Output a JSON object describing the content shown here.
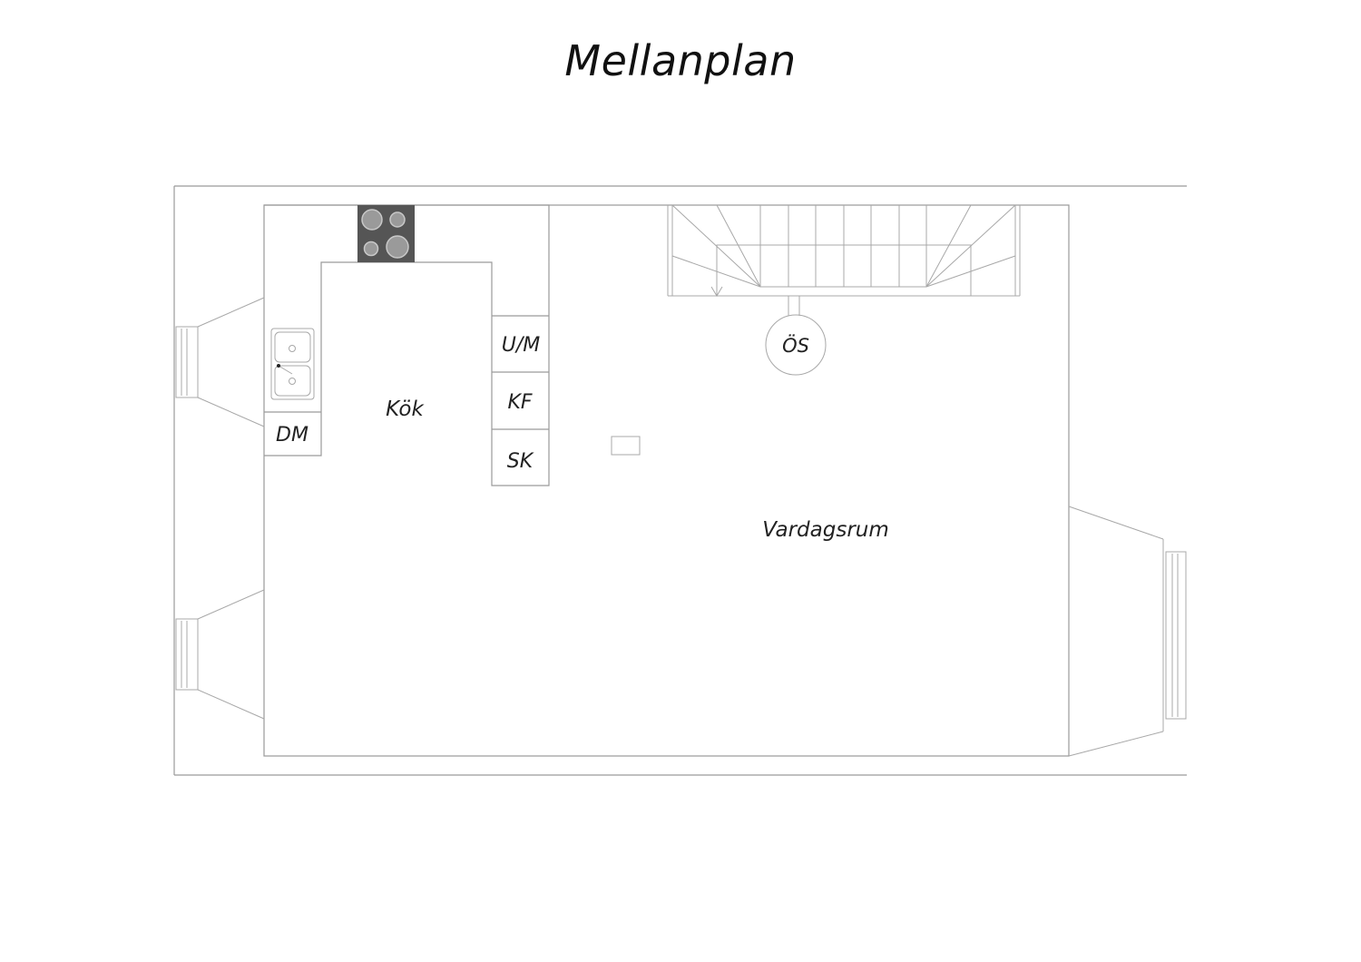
{
  "title": "Mellanplan",
  "rooms": {
    "kitchen": "Kök",
    "living_room": "Vardagsrum"
  },
  "fixtures": {
    "dishwasher": "DM",
    "oven_microwave": "U/M",
    "fridge_freezer": "KF",
    "cabinet": "SK",
    "chimney": "ÖS"
  },
  "colors": {
    "lines": "#9a9a9a",
    "stove": "#555555",
    "text": "#222222"
  }
}
